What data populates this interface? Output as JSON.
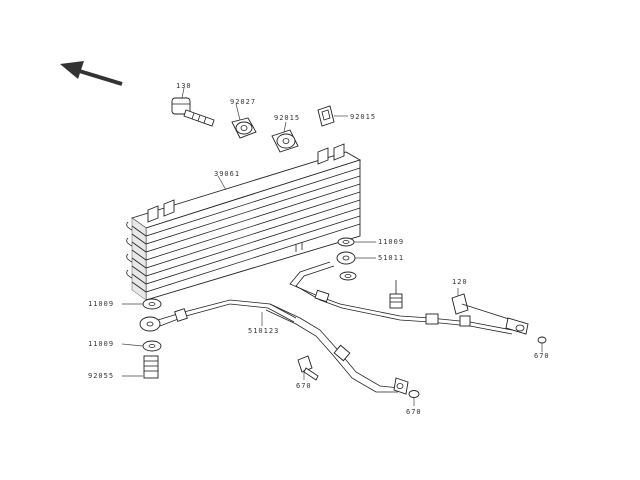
{
  "diagram": {
    "callouts": [
      {
        "id": "c-130",
        "text": "130"
      },
      {
        "id": "c-92027",
        "text": "92027"
      },
      {
        "id": "c-92015a",
        "text": "92015"
      },
      {
        "id": "c-92015b",
        "text": "92015"
      },
      {
        "id": "c-39061",
        "text": "39061"
      },
      {
        "id": "c-11009a",
        "text": "11009"
      },
      {
        "id": "c-51011",
        "text": "51011"
      },
      {
        "id": "c-11009b",
        "text": "11009"
      },
      {
        "id": "c-11009c",
        "text": "11009"
      },
      {
        "id": "c-92055",
        "text": "92055"
      },
      {
        "id": "c-510123",
        "text": "510123"
      },
      {
        "id": "c-120",
        "text": "120"
      },
      {
        "id": "c-670a",
        "text": "670"
      },
      {
        "id": "c-670b",
        "text": "670"
      },
      {
        "id": "c-670c",
        "text": "670"
      }
    ]
  }
}
